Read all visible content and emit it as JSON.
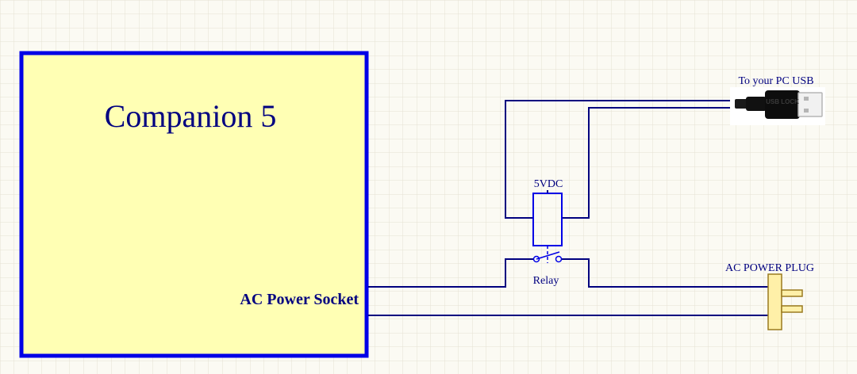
{
  "device": {
    "title": "Companion 5",
    "socket_label": "AC Power Socket"
  },
  "usb": {
    "label": "To your PC USB",
    "plug_text": "USB LOCK"
  },
  "relay": {
    "coil_label": "5VDC",
    "switch_label": "Relay"
  },
  "ac_plug": {
    "label": "AC POWER PLUG"
  },
  "colors": {
    "wire": "#00007f",
    "box_border": "#0000e6",
    "box_fill": "#ffffb4",
    "text": "#000080",
    "grid": "#e6e1d3",
    "plug_fill": "#fff0a8",
    "plug_stroke": "#9a7a20"
  }
}
